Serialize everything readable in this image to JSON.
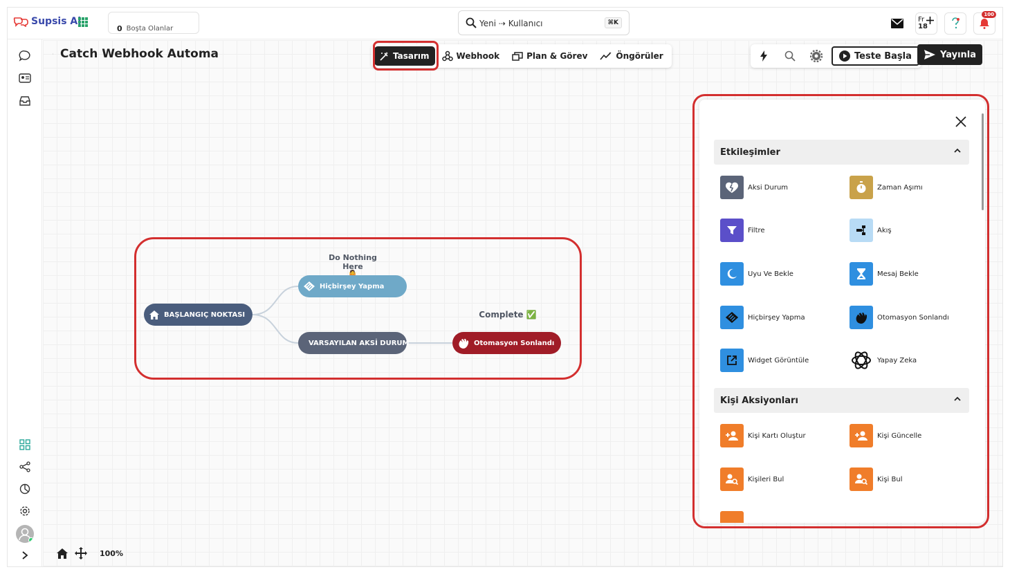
{
  "app": {
    "name": "Supsis Ai"
  },
  "header": {
    "idle_label": "Boşta Olanlar",
    "idle_count": "0",
    "search_value": "Yeni ⇢ Kullanıcı",
    "search_shortcut": "⌘K",
    "lang_label": "Fr",
    "lang_number": "18",
    "notifications_badge": "100"
  },
  "page": {
    "title": "Catch Webhook Automa"
  },
  "mode_tabs": [
    {
      "label": "Tasarım",
      "icon": "design-icon",
      "active": true
    },
    {
      "label": "Webhook",
      "icon": "webhook-icon",
      "active": false
    },
    {
      "label": "Plan & Görev",
      "icon": "plan-icon",
      "active": false
    },
    {
      "label": "Öngörüler",
      "icon": "insights-icon",
      "active": false
    }
  ],
  "toolbar": {
    "test_label": "Teste Başla",
    "publish_label": "Yayınla"
  },
  "flow": {
    "start": "BAŞLANGIÇ NOKTASI",
    "nothing": "Hiçbirşey Yapma",
    "default": "VARSAYILAN AKSİ DURUM",
    "end": "Otomasyon Sonlandı",
    "label_nothing": "Do Nothing Here",
    "label_nothing_emoji": "🤷",
    "label_complete": "Complete ✅"
  },
  "zoom": "100%",
  "panel": {
    "sections": [
      {
        "title": "Etkileşimler",
        "items": [
          {
            "label": "Aksi Durum",
            "icon": "broken-heart-icon",
            "color": "#5b6478"
          },
          {
            "label": "Zaman Aşımı",
            "icon": "stopwatch-icon",
            "color": "#c9a24a"
          },
          {
            "label": "Filtre",
            "icon": "filter-icon",
            "color": "#5b4fc9"
          },
          {
            "label": "Akış",
            "icon": "flow-icon",
            "color": "#b8dbf5"
          },
          {
            "label": "Uyu Ve Bekle",
            "icon": "moon-icon",
            "color": "#2f8fe0"
          },
          {
            "label": "Mesaj Bekle",
            "icon": "hourglass-icon",
            "color": "#2f8fe0"
          },
          {
            "label": "Hiçbirşey Yapma",
            "icon": "diamond-stripe-icon",
            "color": "#2f8fe0"
          },
          {
            "label": "Otomasyon Sonlandı",
            "icon": "wave-hand-icon",
            "color": "#2f8fe0"
          },
          {
            "label": "Widget Görüntüle",
            "icon": "external-link-icon",
            "color": "#2f8fe0"
          },
          {
            "label": "Yapay Zeka",
            "icon": "openai-icon",
            "color": "#ffffff"
          }
        ]
      },
      {
        "title": "Kişi Aksiyonları",
        "items": [
          {
            "label": "Kişi Kartı Oluştur",
            "icon": "add-person-icon",
            "color": "#f07d2a"
          },
          {
            "label": "Kişi Güncelle",
            "icon": "update-person-icon",
            "color": "#f07d2a"
          },
          {
            "label": "Kişileri Bul",
            "icon": "find-persons-icon",
            "color": "#f07d2a"
          },
          {
            "label": "Kişi Bul",
            "icon": "find-person-icon",
            "color": "#f07d2a"
          }
        ]
      }
    ]
  }
}
